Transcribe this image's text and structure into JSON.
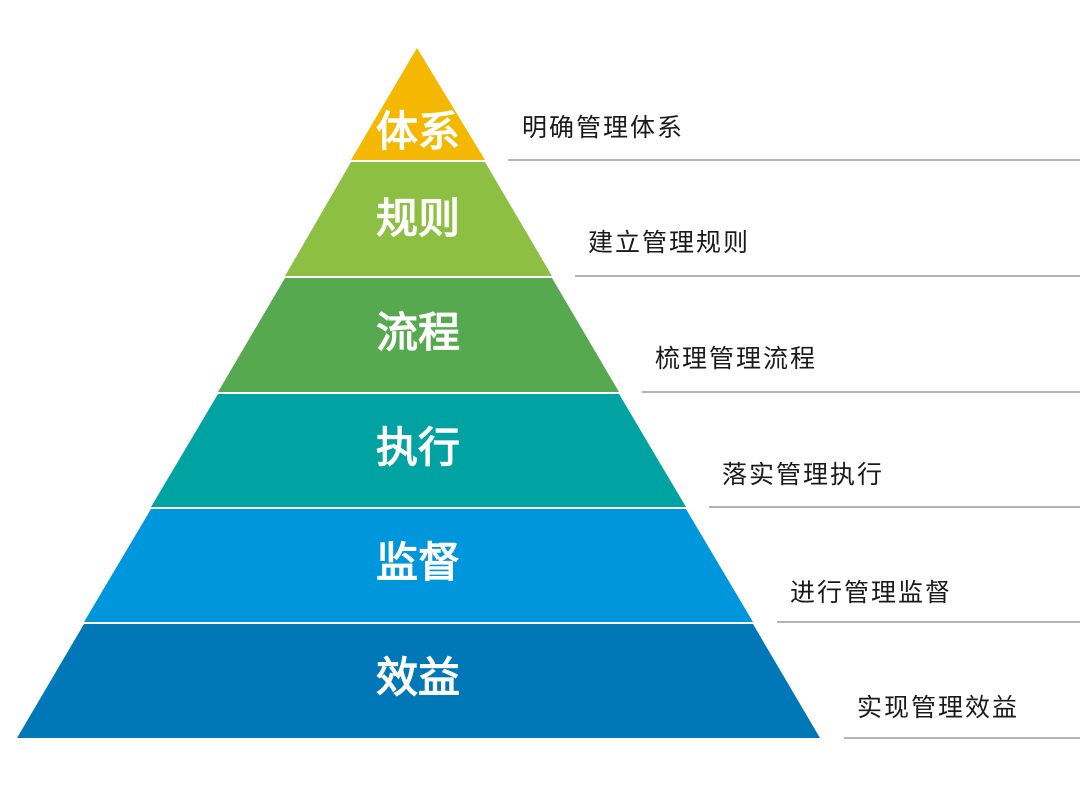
{
  "pyramid": {
    "levels": [
      {
        "label": "体系",
        "description": "明确管理体系",
        "color": "#f5b800"
      },
      {
        "label": "规则",
        "description": "建立管理规则",
        "color": "#8dbf42"
      },
      {
        "label": "流程",
        "description": "梳理管理流程",
        "color": "#56a94e"
      },
      {
        "label": "执行",
        "description": "落实管理执行",
        "color": "#00a3a1"
      },
      {
        "label": "监督",
        "description": "进行管理监督",
        "color": "#0096dc"
      },
      {
        "label": "效益",
        "description": "实现管理效益",
        "color": "#0078b8"
      }
    ]
  }
}
